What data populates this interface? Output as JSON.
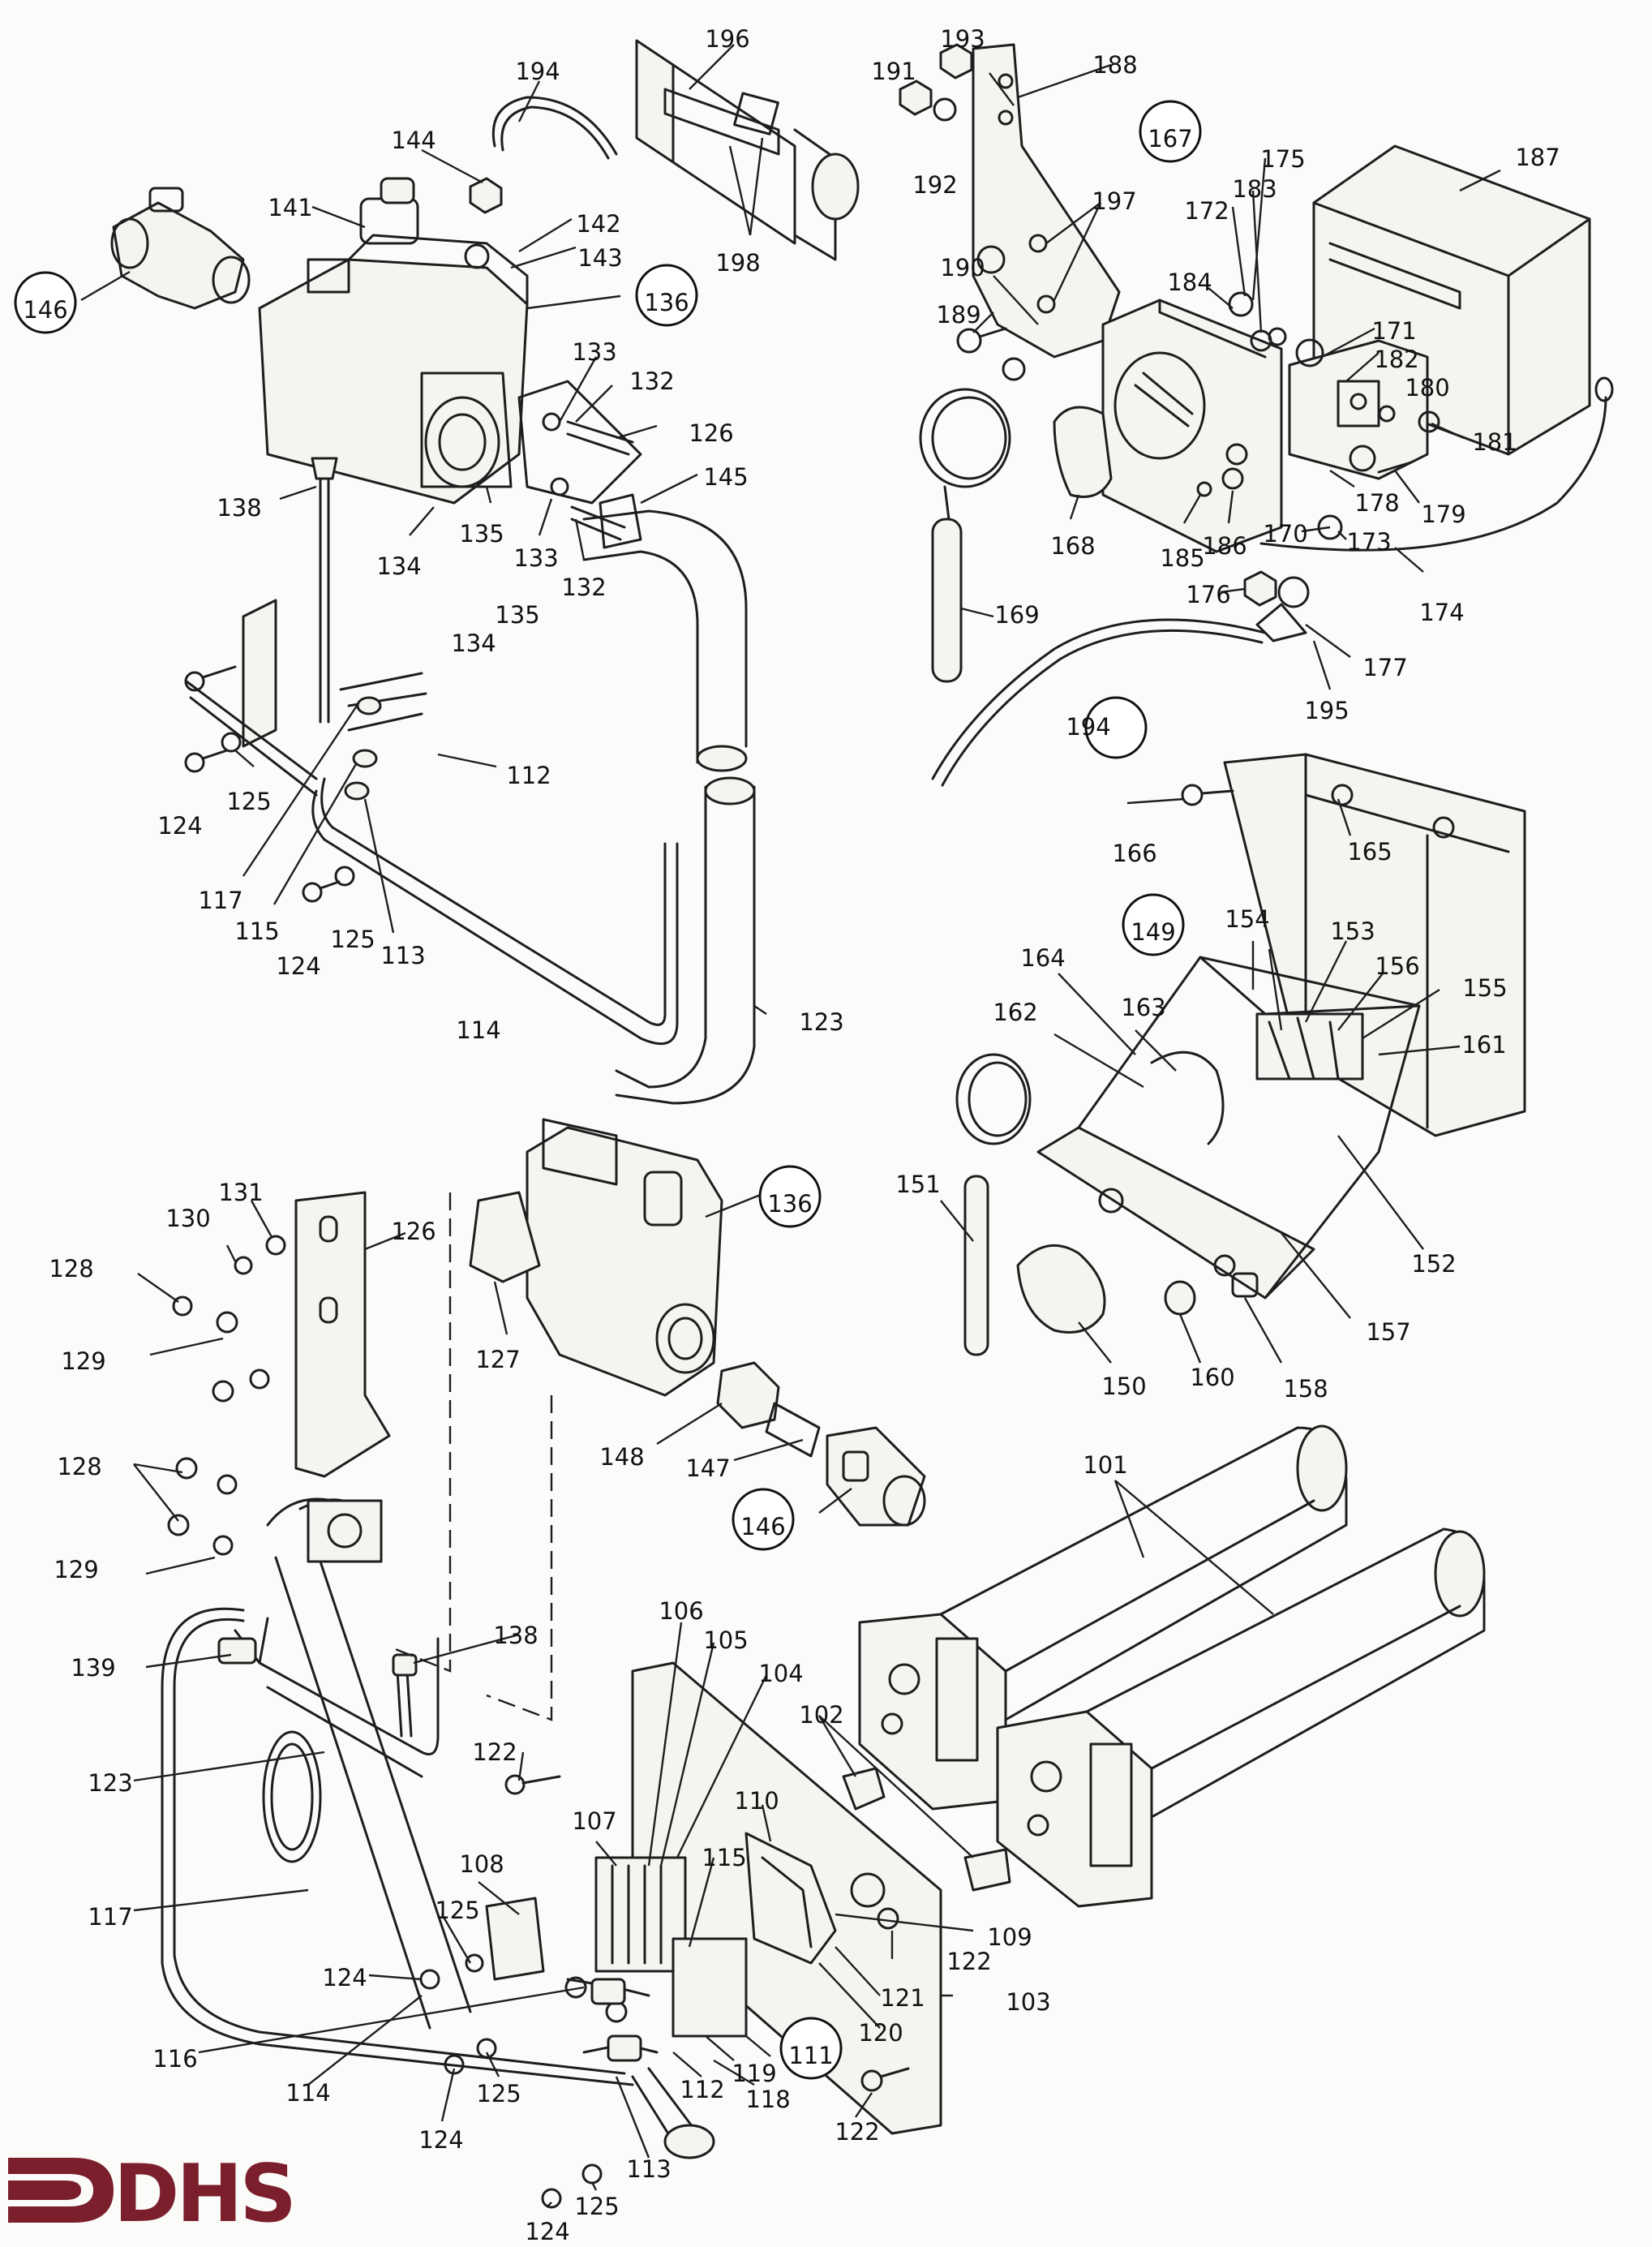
{
  "logo": {
    "text": "DHS",
    "color": "#7a1f2b"
  },
  "callouts": [
    {
      "id": "c146a",
      "text": "146"
    },
    {
      "id": "c141",
      "text": "141"
    },
    {
      "id": "c144",
      "text": "144"
    },
    {
      "id": "c194a",
      "text": "194"
    },
    {
      "id": "c196",
      "text": "196"
    },
    {
      "id": "c198",
      "text": "198"
    },
    {
      "id": "c142",
      "text": "142"
    },
    {
      "id": "c143",
      "text": "143"
    },
    {
      "id": "c136a",
      "text": "136"
    },
    {
      "id": "c133a",
      "text": "133"
    },
    {
      "id": "c132a",
      "text": "132"
    },
    {
      "id": "c126a",
      "text": "126"
    },
    {
      "id": "c145",
      "text": "145"
    },
    {
      "id": "c138a",
      "text": "138"
    },
    {
      "id": "c134a",
      "text": "134"
    },
    {
      "id": "c135a",
      "text": "135"
    },
    {
      "id": "c133b",
      "text": "133"
    },
    {
      "id": "c132b",
      "text": "132"
    },
    {
      "id": "c134b",
      "text": "134"
    },
    {
      "id": "c135b",
      "text": "135"
    },
    {
      "id": "c112a",
      "text": "112"
    },
    {
      "id": "c125a",
      "text": "125"
    },
    {
      "id": "c124a",
      "text": "124"
    },
    {
      "id": "c117a",
      "text": "117"
    },
    {
      "id": "c115a",
      "text": "115"
    },
    {
      "id": "c124b",
      "text": "124"
    },
    {
      "id": "c125b",
      "text": "125"
    },
    {
      "id": "c113a",
      "text": "113"
    },
    {
      "id": "c114a",
      "text": "114"
    },
    {
      "id": "c123a",
      "text": "123"
    },
    {
      "id": "c193",
      "text": "193"
    },
    {
      "id": "c191",
      "text": "191"
    },
    {
      "id": "c192",
      "text": "192"
    },
    {
      "id": "c188",
      "text": "188"
    },
    {
      "id": "c167",
      "text": "167"
    },
    {
      "id": "c175",
      "text": "175"
    },
    {
      "id": "c187",
      "text": "187"
    },
    {
      "id": "c172",
      "text": "172"
    },
    {
      "id": "c183",
      "text": "183"
    },
    {
      "id": "c197",
      "text": "197"
    },
    {
      "id": "c190",
      "text": "190"
    },
    {
      "id": "c189",
      "text": "189"
    },
    {
      "id": "c184",
      "text": "184"
    },
    {
      "id": "c171",
      "text": "171"
    },
    {
      "id": "c182",
      "text": "182"
    },
    {
      "id": "c180",
      "text": "180"
    },
    {
      "id": "c181",
      "text": "181"
    },
    {
      "id": "c178",
      "text": "178"
    },
    {
      "id": "c179",
      "text": "179"
    },
    {
      "id": "c168",
      "text": "168"
    },
    {
      "id": "c185",
      "text": "185"
    },
    {
      "id": "c186",
      "text": "186"
    },
    {
      "id": "c170",
      "text": "170"
    },
    {
      "id": "c173",
      "text": "173"
    },
    {
      "id": "c174",
      "text": "174"
    },
    {
      "id": "c169",
      "text": "169"
    },
    {
      "id": "c176",
      "text": "176"
    },
    {
      "id": "c177",
      "text": "177"
    },
    {
      "id": "c194b",
      "text": "194"
    },
    {
      "id": "c195",
      "text": "195"
    },
    {
      "id": "c166",
      "text": "166"
    },
    {
      "id": "c165",
      "text": "165"
    },
    {
      "id": "c149",
      "text": "149"
    },
    {
      "id": "c154",
      "text": "154"
    },
    {
      "id": "c153",
      "text": "153"
    },
    {
      "id": "c156",
      "text": "156"
    },
    {
      "id": "c155",
      "text": "155"
    },
    {
      "id": "c164",
      "text": "164"
    },
    {
      "id": "c163",
      "text": "163"
    },
    {
      "id": "c162",
      "text": "162"
    },
    {
      "id": "c161",
      "text": "161"
    },
    {
      "id": "c151",
      "text": "151"
    },
    {
      "id": "c152",
      "text": "152"
    },
    {
      "id": "c157",
      "text": "157"
    },
    {
      "id": "c150",
      "text": "150"
    },
    {
      "id": "c160",
      "text": "160"
    },
    {
      "id": "c158",
      "text": "158"
    },
    {
      "id": "c131",
      "text": "131"
    },
    {
      "id": "c130",
      "text": "130"
    },
    {
      "id": "c128a",
      "text": "128"
    },
    {
      "id": "c129a",
      "text": "129"
    },
    {
      "id": "c126b",
      "text": "126"
    },
    {
      "id": "c136b",
      "text": "136"
    },
    {
      "id": "c127",
      "text": "127"
    },
    {
      "id": "c148",
      "text": "148"
    },
    {
      "id": "c147",
      "text": "147"
    },
    {
      "id": "c146b",
      "text": "146"
    },
    {
      "id": "c128b",
      "text": "128"
    },
    {
      "id": "c129b",
      "text": "129"
    },
    {
      "id": "c101",
      "text": "101"
    },
    {
      "id": "c139",
      "text": "139"
    },
    {
      "id": "c138b",
      "text": "138"
    },
    {
      "id": "c106",
      "text": "106"
    },
    {
      "id": "c105",
      "text": "105"
    },
    {
      "id": "c104",
      "text": "104"
    },
    {
      "id": "c102",
      "text": "102"
    },
    {
      "id": "c122a",
      "text": "122"
    },
    {
      "id": "c123b",
      "text": "123"
    },
    {
      "id": "c107",
      "text": "107"
    },
    {
      "id": "c110",
      "text": "110"
    },
    {
      "id": "c108",
      "text": "108"
    },
    {
      "id": "c115b",
      "text": "115"
    },
    {
      "id": "c117b",
      "text": "117"
    },
    {
      "id": "c109",
      "text": "109"
    },
    {
      "id": "c122b",
      "text": "122"
    },
    {
      "id": "c125c",
      "text": "125"
    },
    {
      "id": "c124c",
      "text": "124"
    },
    {
      "id": "c121",
      "text": "121"
    },
    {
      "id": "c103",
      "text": "103"
    },
    {
      "id": "c116",
      "text": "116"
    },
    {
      "id": "c120",
      "text": "120"
    },
    {
      "id": "c111",
      "text": "111"
    },
    {
      "id": "c114b",
      "text": "114"
    },
    {
      "id": "c125d",
      "text": "125"
    },
    {
      "id": "c119",
      "text": "119"
    },
    {
      "id": "c112b",
      "text": "112"
    },
    {
      "id": "c118",
      "text": "118"
    },
    {
      "id": "c124d",
      "text": "124"
    },
    {
      "id": "c113b",
      "text": "113"
    },
    {
      "id": "c122c",
      "text": "122"
    },
    {
      "id": "c125e",
      "text": "125"
    },
    {
      "id": "c124e",
      "text": "124"
    }
  ]
}
